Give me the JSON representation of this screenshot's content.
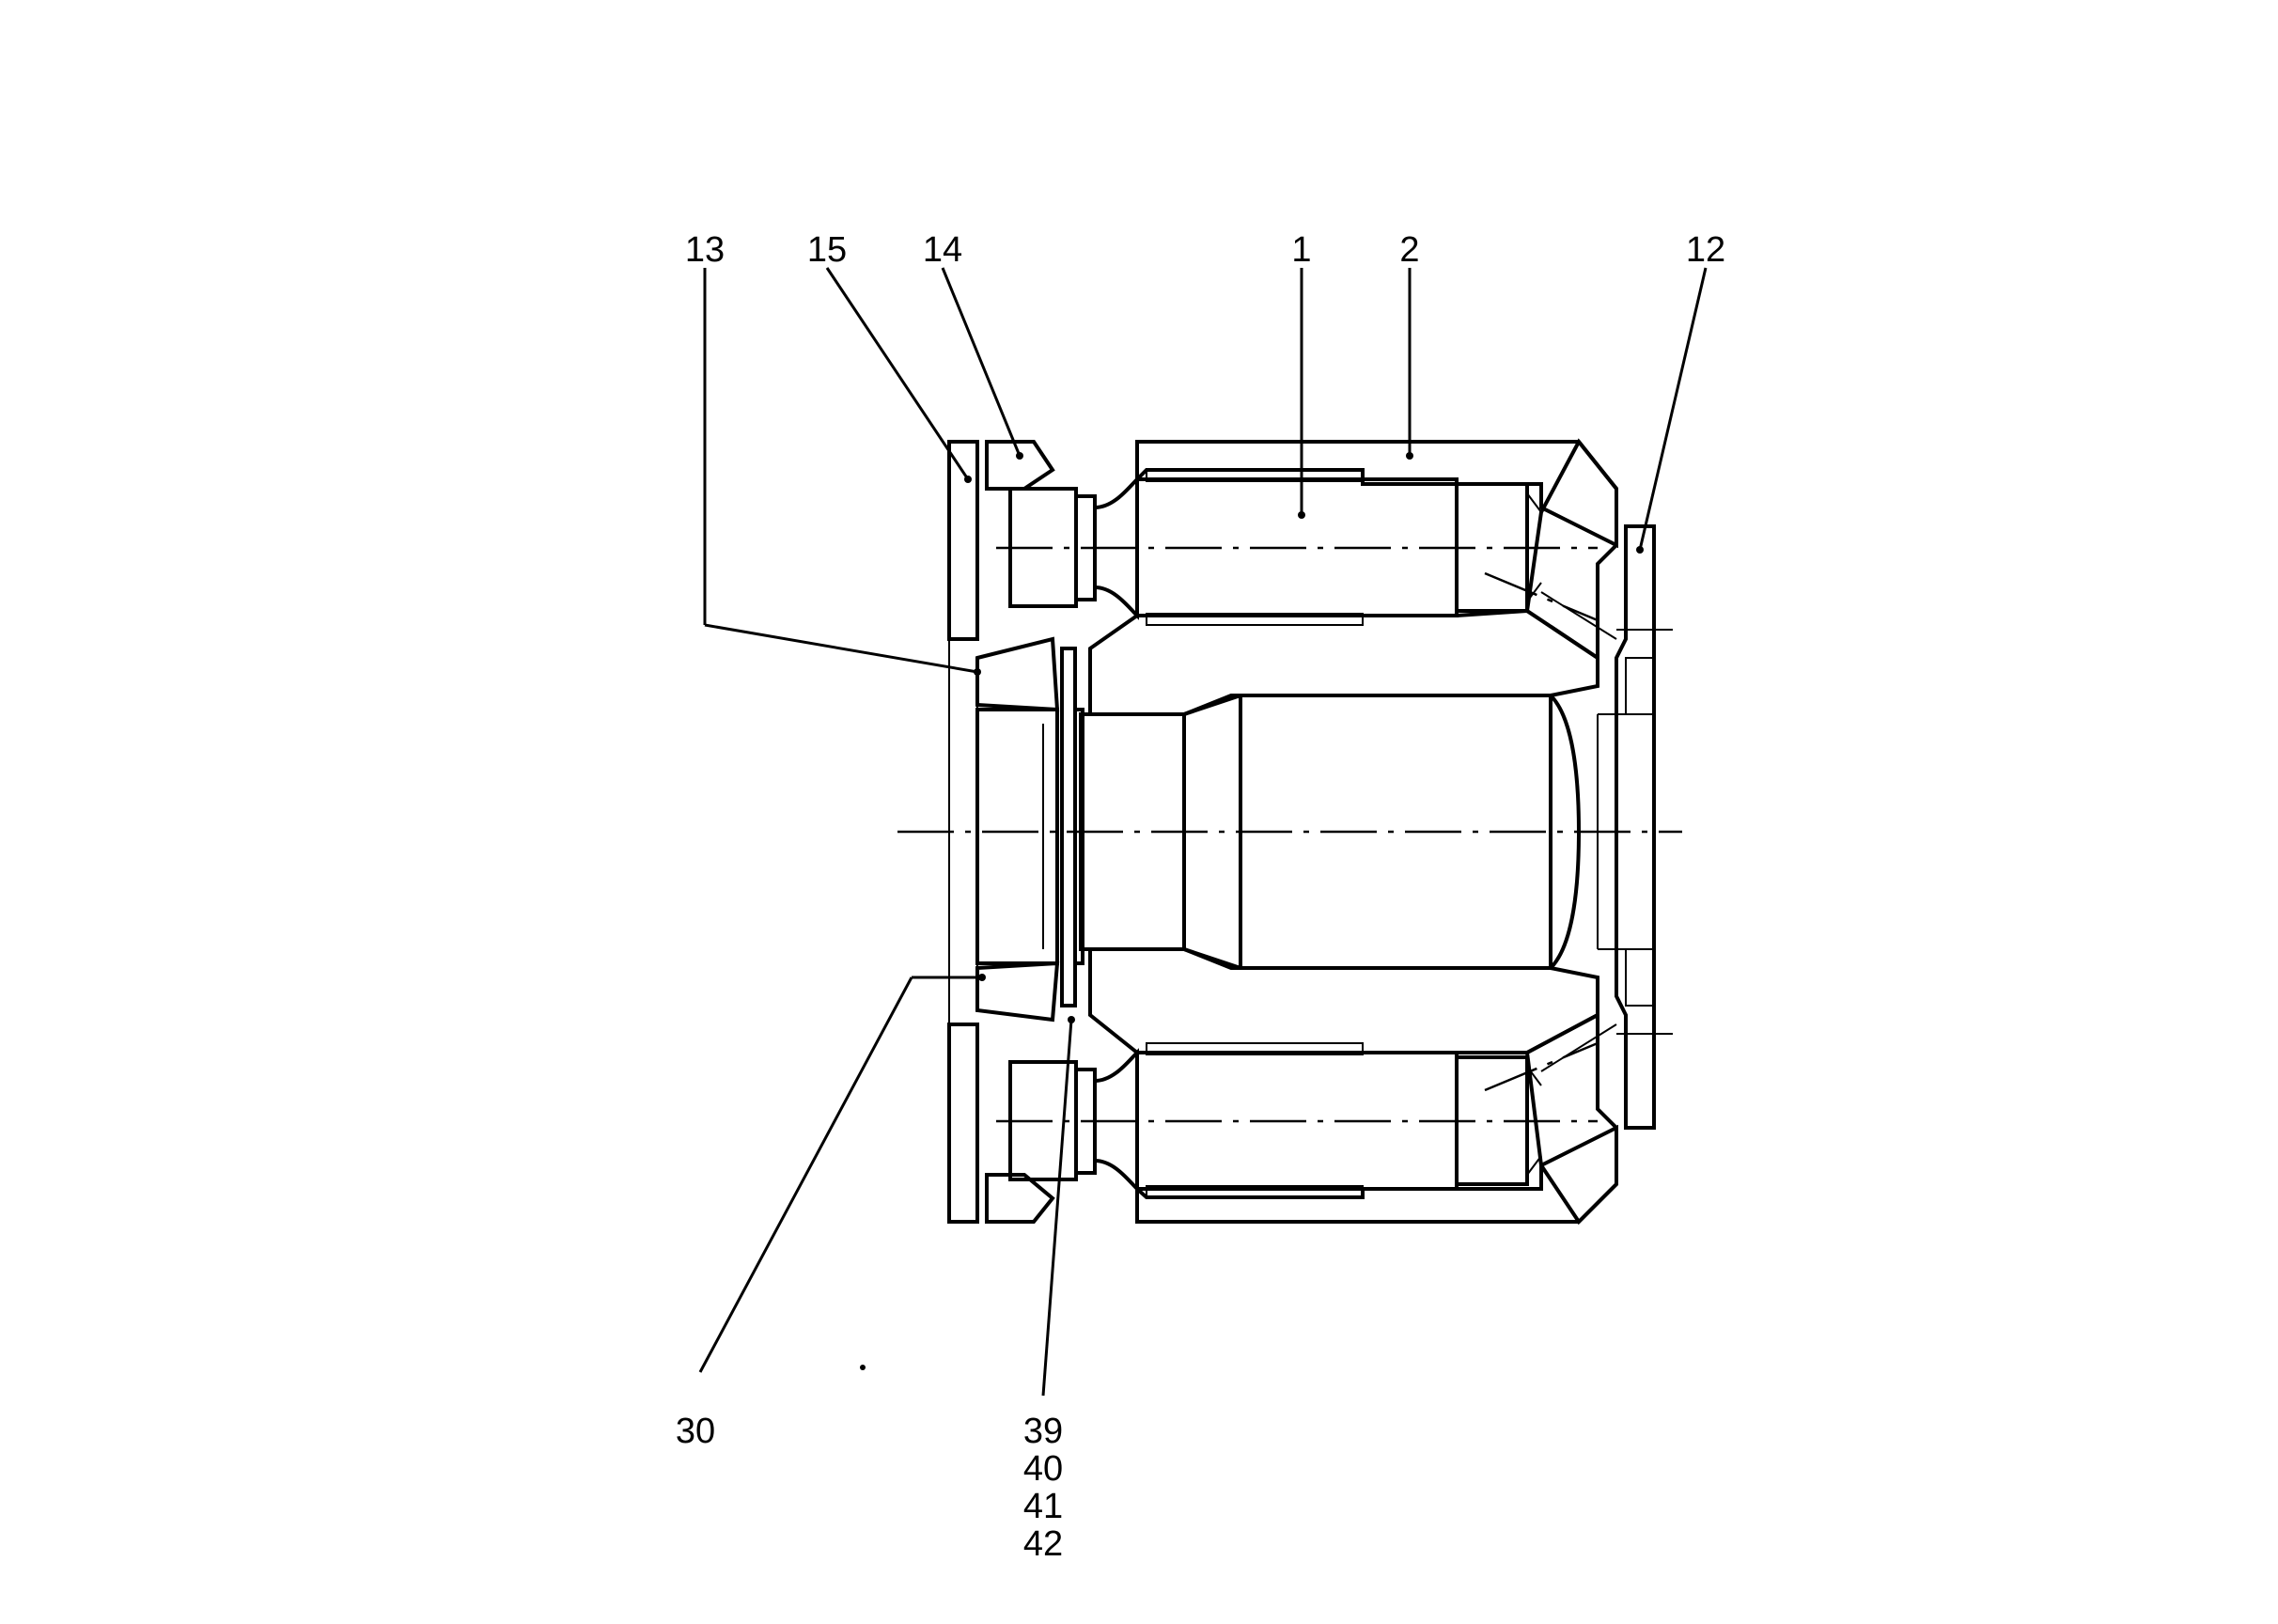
{
  "callouts": [
    {
      "id": "13",
      "label": "13"
    },
    {
      "id": "15",
      "label": "15"
    },
    {
      "id": "14",
      "label": "14"
    },
    {
      "id": "1",
      "label": "1"
    },
    {
      "id": "2",
      "label": "2"
    },
    {
      "id": "12",
      "label": "12"
    },
    {
      "id": "30",
      "label": "30"
    },
    {
      "id": "39",
      "label": "39"
    },
    {
      "id": "40",
      "label": "40"
    },
    {
      "id": "41",
      "label": "41"
    },
    {
      "id": "42",
      "label": "42"
    }
  ],
  "colors": {
    "ink": "#000000",
    "paper": "#ffffff"
  }
}
